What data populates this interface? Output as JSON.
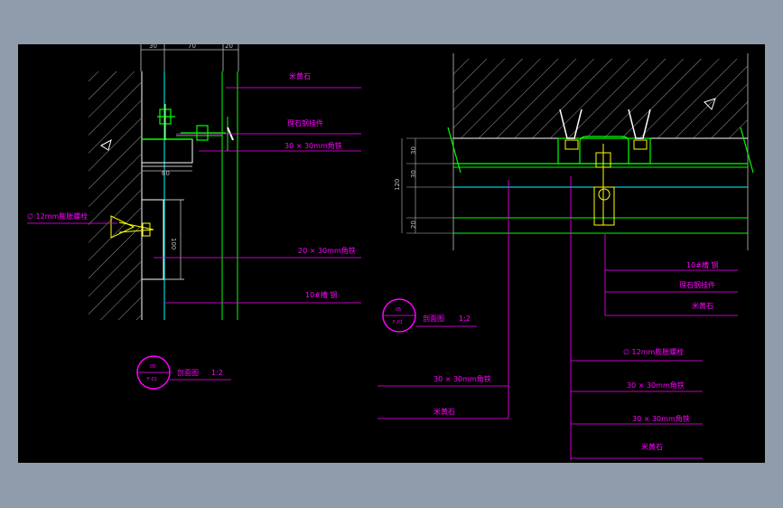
{
  "drawing": {
    "background": "#000000",
    "frame_color": "#8f9cab",
    "colors": {
      "magenta": "#ff00ff",
      "cyan": "#00ffff",
      "green": "#00ff00",
      "white": "#ffffff",
      "yellow": "#ffff00",
      "gray": "#bfbfbf"
    }
  },
  "left_section": {
    "dims_top": [
      "30",
      "70",
      "20"
    ],
    "dim_60": "60",
    "dim_100": "100",
    "labels": {
      "marble": "米黄石",
      "steel_hanger": "理石钢挂件",
      "angle_top": "30 × 30mm角铁",
      "bolt": "∅ 12mm膨胀螺栓",
      "angle_mid": "20 × 30mm角铁",
      "channel": "10#槽 钢"
    },
    "marker": {
      "top": "05",
      "bottom": "F-01",
      "title": "剖面图",
      "scale": "1:2"
    }
  },
  "right_section": {
    "dims_left": [
      "30",
      "30",
      "20"
    ],
    "dim_total": "120",
    "labels": {
      "channel": "10#槽 钢",
      "steel_hanger": "理石钢挂件",
      "marble": "米黄石",
      "bolt": "∅ 12mm膨胀螺栓",
      "angle_1": "30 × 30mm角铁",
      "angle_2": "30 × 30mm角铁",
      "marble_2": "米黄石",
      "angle_left": "30 × 30mm角铁",
      "marble_left": "米黄石"
    },
    "marker": {
      "top": "05",
      "bottom": "F-01",
      "title": "剖面图",
      "scale": "1:2"
    }
  }
}
